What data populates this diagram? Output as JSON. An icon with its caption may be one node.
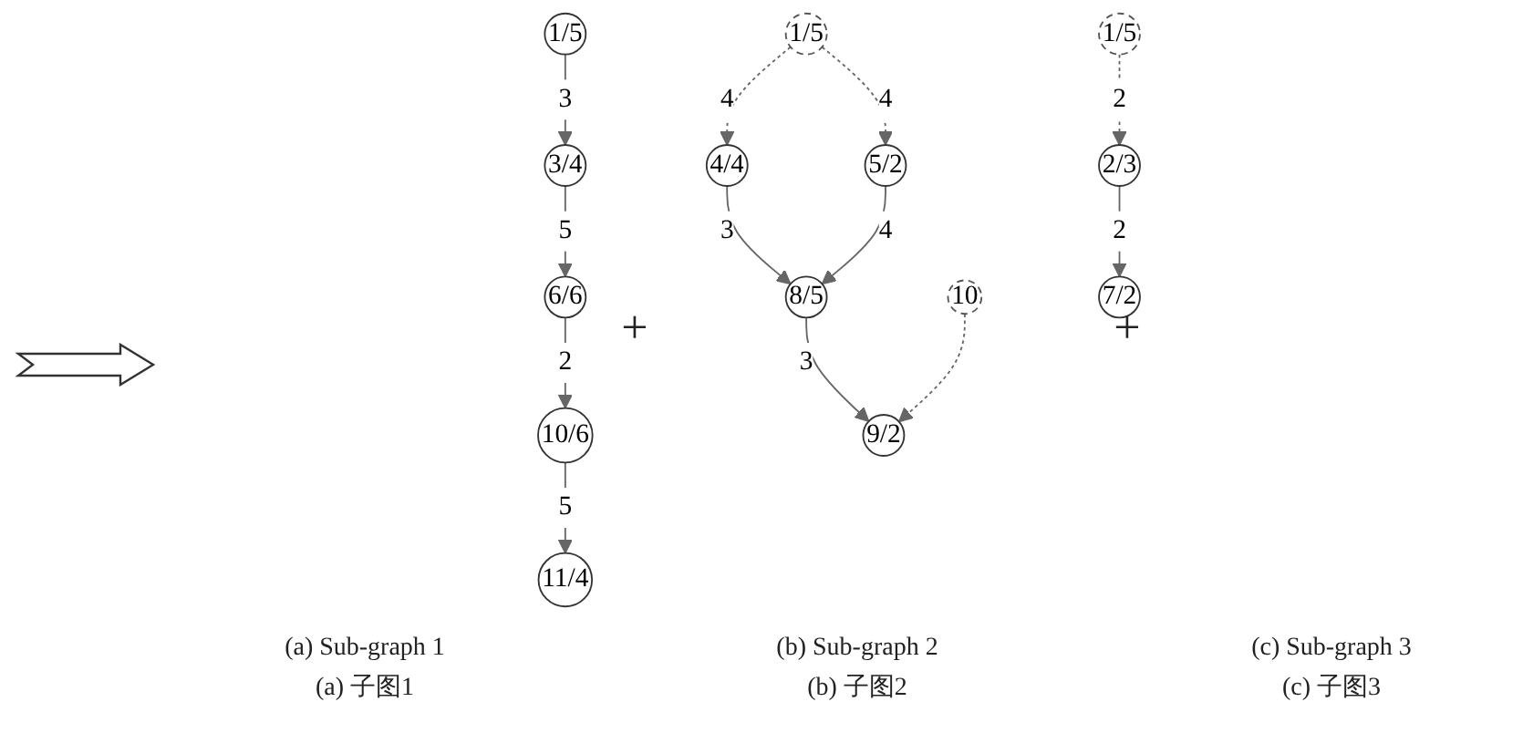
{
  "diagram": {
    "nodes": [
      {
        "text": [
          "1/5"
        ]
      },
      {
        "text": [
          "3/4"
        ]
      },
      {
        "text": [
          "6/6"
        ]
      },
      {
        "text": [
          "10/6"
        ]
      },
      {
        "text": [
          "11/4"
        ]
      },
      {
        "text": [
          "1/5"
        ]
      },
      {
        "text": [
          "4/4"
        ]
      },
      {
        "text": [
          "5/2"
        ]
      },
      {
        "text": [
          "8/5"
        ]
      },
      {
        "text": [
          "10"
        ]
      },
      {
        "text": [
          "9/2"
        ]
      },
      {
        "text": [
          "1/5"
        ]
      },
      {
        "text": [
          "2/3"
        ]
      },
      {
        "text": [
          "7/2"
        ]
      }
    ],
    "edges": [
      {
        "from": 0,
        "to": 1,
        "arrow": "to",
        "label": "3"
      },
      {
        "from": 1,
        "to": 2,
        "arrow": "to",
        "label": "5"
      },
      {
        "from": 2,
        "to": 3,
        "arrow": "to",
        "label": "2"
      },
      {
        "from": 3,
        "to": 4,
        "arrow": "to",
        "label": "5"
      },
      {
        "from": 5,
        "to": 6,
        "arrow": "to",
        "label": "4",
        "style": "dashed"
      },
      {
        "from": 5,
        "to": 7,
        "arrow": "to",
        "label": "4",
        "style": "dashed"
      },
      {
        "from": 6,
        "to": 8,
        "arrow": "to",
        "label": "3"
      },
      {
        "from": 7,
        "to": 8,
        "arrow": "to",
        "label": "4"
      },
      {
        "from": 8,
        "to": 10,
        "arrow": "to",
        "label": "3"
      },
      {
        "from": 9,
        "to": 10,
        "arrow": "to",
        "style": "dashed"
      },
      {
        "from": 11,
        "to": 12,
        "arrow": "to",
        "label": "2",
        "style": "dashed"
      },
      {
        "from": 12,
        "to": 13,
        "arrow": "to",
        "label": "2"
      }
    ],
    "labels": [
      "+",
      "+",
      "(a) Sub-graph 1",
      "(a) 子图1",
      "(b) Sub-graph 2",
      "(b) 子图2",
      "(c) Sub-graph 3",
      "(c) 子图3"
    ]
  }
}
